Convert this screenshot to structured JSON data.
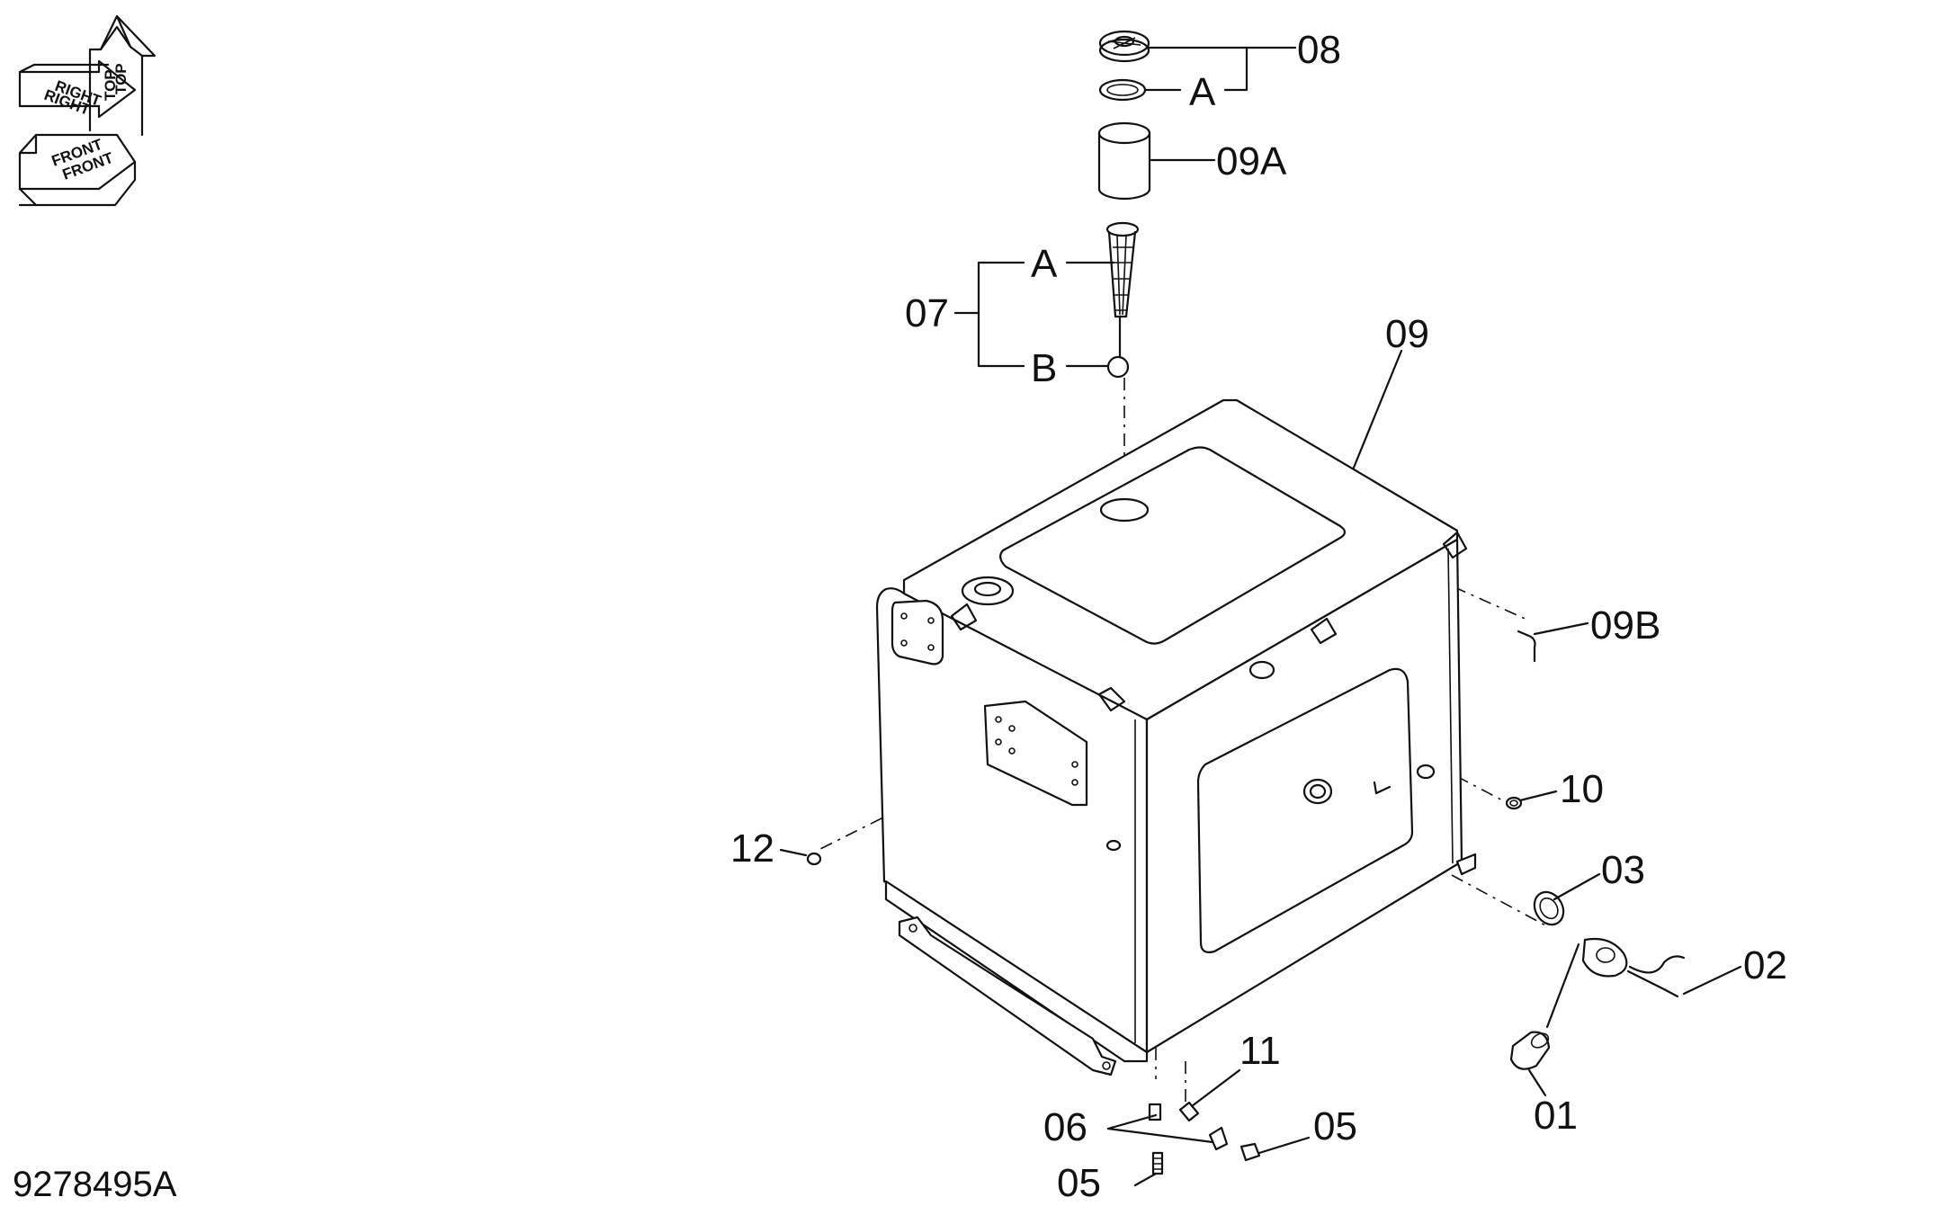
{
  "document": {
    "id": "9278495A"
  },
  "orientation_indicator": {
    "labels": [
      "TOP",
      "TOP",
      "RIGHT",
      "RIGHT",
      "FRONT",
      "FRONT"
    ]
  },
  "callouts": {
    "p08": "08",
    "p08a": "A",
    "p09a": "09A",
    "p07": "07",
    "p07a": "A",
    "p07b": "B",
    "p09": "09",
    "p09b": "09B",
    "p10": "10",
    "p12": "12",
    "p03": "03",
    "p02": "02",
    "p11": "11",
    "p06": "06",
    "p05_right": "05",
    "p05_bottom": "05",
    "p01": "01"
  }
}
